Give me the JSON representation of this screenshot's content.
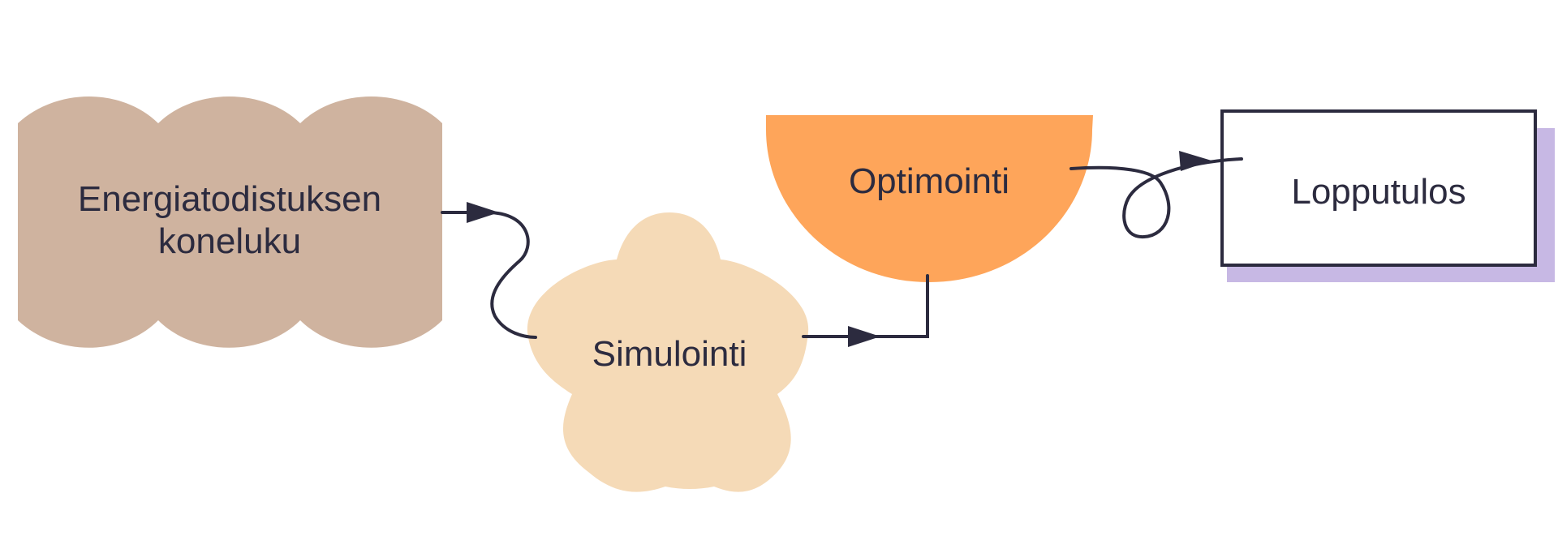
{
  "nodes": {
    "input": {
      "label": "Energiatodistuksen\nkoneluku",
      "line1": "Energiatodistuksen",
      "line2": "koneluku",
      "color": "#cfb39f"
    },
    "simulation": {
      "label": "Simulointi",
      "color": "#f5dab7"
    },
    "optimization": {
      "label": "Optimointi",
      "color": "#fea55a"
    },
    "result": {
      "label": "Lopputulos",
      "border": "#2c2b3f",
      "shadow": "#c7b8e4"
    }
  },
  "edges": [
    {
      "from": "input",
      "to": "simulation"
    },
    {
      "from": "simulation",
      "to": "optimization"
    },
    {
      "from": "optimization",
      "to": "result"
    }
  ],
  "colors": {
    "stroke": "#2c2b3f",
    "background": "#ffffff"
  }
}
